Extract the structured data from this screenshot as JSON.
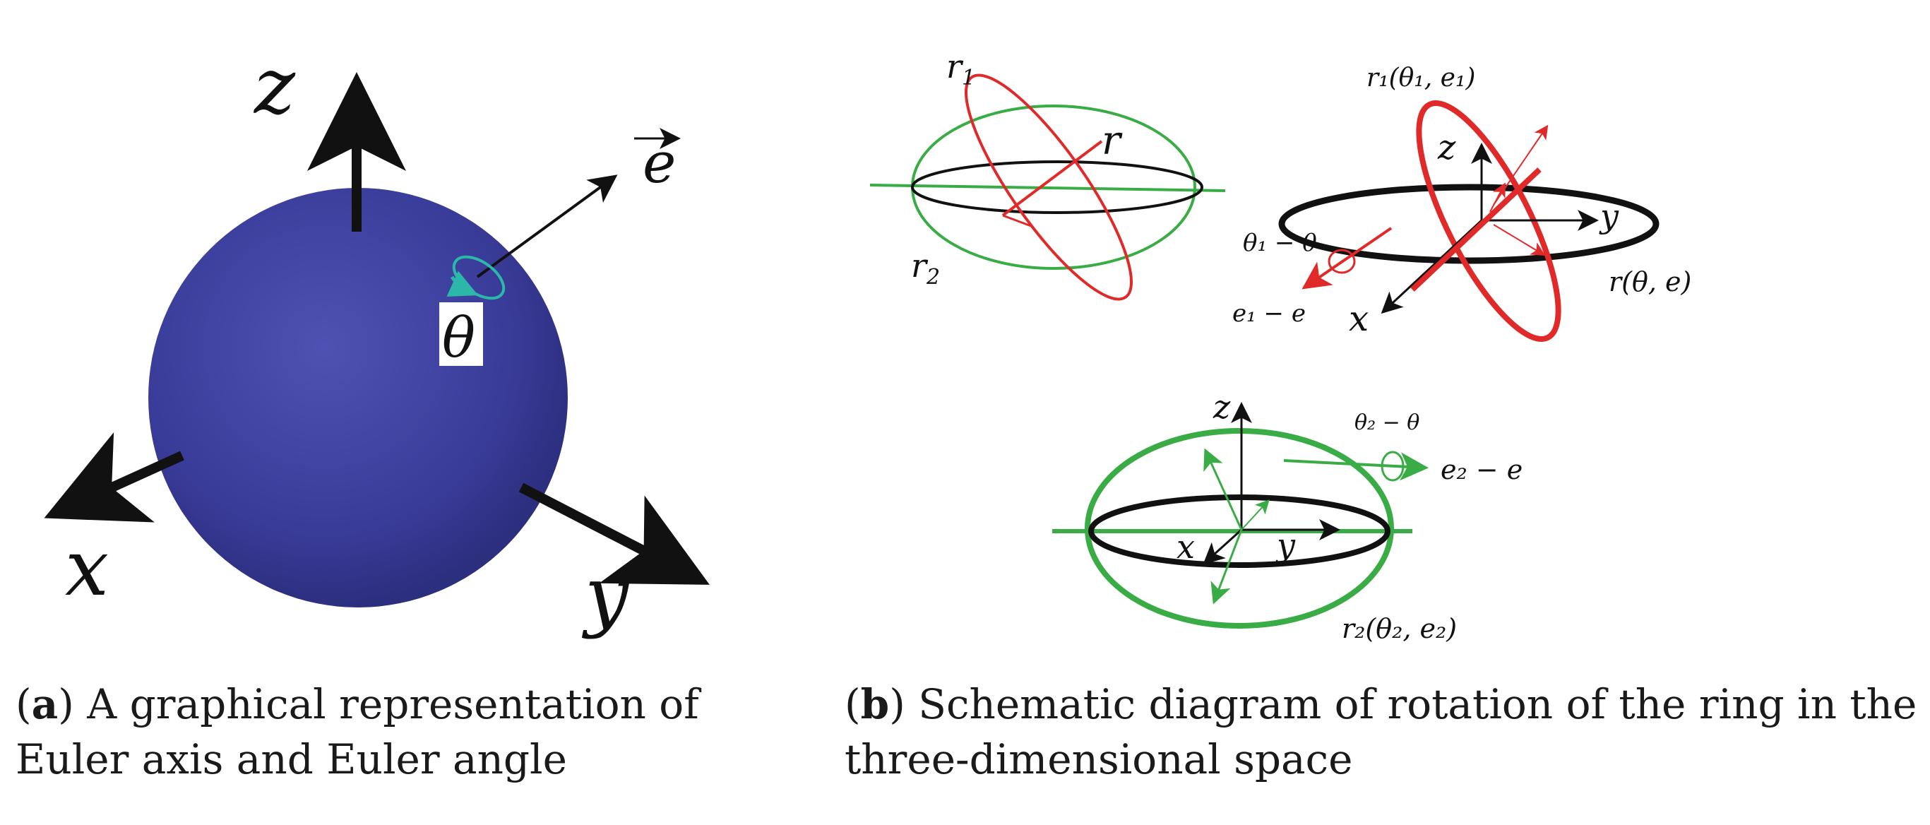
{
  "panel_a": {
    "labels": {
      "z": "z",
      "x": "x",
      "y": "y",
      "e": "e",
      "theta": "θ"
    },
    "colors": {
      "sphere": "#3b3e9c",
      "rotation_marker": "#2bb8a8"
    }
  },
  "panel_b": {
    "left": {
      "r1": "r",
      "r1_sub": "1",
      "r": "r",
      "r2": "r",
      "r2_sub": "2"
    },
    "right": {
      "r1_label": "r₁(θ₁, e₁)",
      "z": "z",
      "y": "y",
      "x": "x",
      "theta_diff": "θ₁ − θ",
      "e_diff": "e₁ − e",
      "r_label": "r(θ, e)"
    },
    "bottom": {
      "z": "z",
      "x": "x",
      "y": "y",
      "theta_diff": "θ₂ − θ",
      "e_diff": "e₂ − e",
      "r2_label": "r₂(θ₂, e₂)"
    },
    "colors": {
      "red": "#e02a2a",
      "green": "#3aac45",
      "black": "#111111"
    }
  },
  "captions": {
    "a_letter": "a",
    "a_line1": " A graphical representation of",
    "a_line2": "Euler axis and Euler angle",
    "b_letter": "b",
    "b_line1": " Schematic diagram of rotation of the ring in the",
    "b_line2": "three-dimensional space"
  }
}
